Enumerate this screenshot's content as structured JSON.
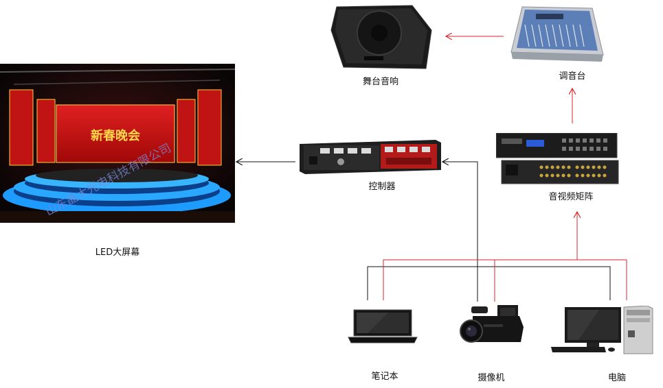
{
  "labels": {
    "led_screen": "LED大屏幕",
    "stage_speaker": "舞台音响",
    "mixer": "调音台",
    "controller": "控制器",
    "av_matrix": "音视频矩阵",
    "laptop": "笔记本",
    "camera": "摄像机",
    "computer": "电脑"
  },
  "stage_banner": "新春晚会",
  "watermark": "山东晶大光电科技有限公司",
  "colors": {
    "red_line": "#d9262c",
    "black_line": "#111111",
    "led_blue": "#1e9bff"
  }
}
